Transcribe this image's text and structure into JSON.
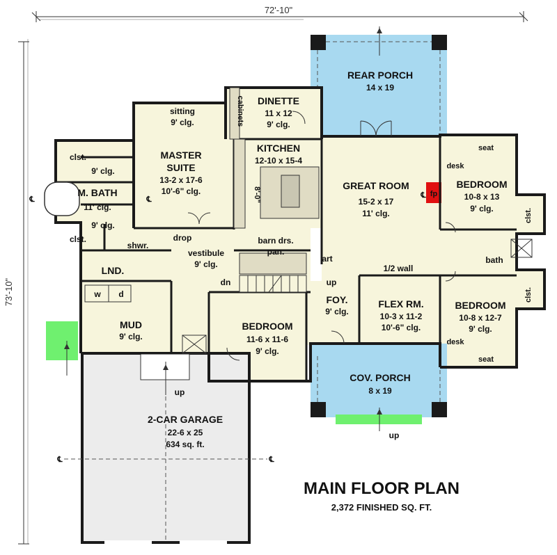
{
  "dimensions": {
    "width": "72'-10\"",
    "depth": "73'-10\""
  },
  "title": "MAIN FLOOR PLAN",
  "subtitle": "2,372 FINISHED SQ. FT.",
  "rooms": {
    "rear_porch": {
      "name": "REAR PORCH",
      "size": "14 x 19"
    },
    "dinette": {
      "name": "DINETTE",
      "size": "11 x 12",
      "ceiling": "9' clg."
    },
    "kitchen": {
      "name": "KITCHEN",
      "size": "12-10 x 15-4",
      "island": "8'-0\"",
      "cabinets": "cabinets"
    },
    "great_room": {
      "name": "GREAT ROOM",
      "size": "15-2 x 17",
      "ceiling": "11' clg.",
      "fp": "fp"
    },
    "bedroom_ne": {
      "name": "BEDROOM",
      "size": "10-8 x 13",
      "ceiling": "9' clg.",
      "seat": "seat",
      "desk": "desk",
      "clst": "clst."
    },
    "bedroom_se": {
      "name": "BEDROOM",
      "size": "10-8 x 12-7",
      "ceiling": "9' clg.",
      "seat": "seat",
      "desk": "desk",
      "clst": "clst."
    },
    "bath": {
      "name": "bath"
    },
    "half_wall": {
      "name": "1/2 wall"
    },
    "sitting": {
      "name": "sitting",
      "ceiling": "9' clg."
    },
    "master_suite": {
      "name_line1": "MASTER",
      "name_line2": "SUITE",
      "size": "13-2 x 17-6",
      "ceiling": "10'-6\" clg."
    },
    "m_bath": {
      "name": "M. BATH",
      "ceiling": "11' clg.",
      "ceiling_a": "9' clg.",
      "ceiling_b": "9' clg.",
      "clst_a": "clst.",
      "clst_b": "clst.",
      "shower": "shwr."
    },
    "vestibule": {
      "name": "vestibule",
      "ceiling": "9' clg.",
      "drop": "drop"
    },
    "barn": {
      "line1": "barn drs.",
      "line2": "pan."
    },
    "art": {
      "name": "art"
    },
    "stairs": {
      "dn": "dn",
      "up": "up"
    },
    "lnd": {
      "name": "LND.",
      "w": "w",
      "d": "d"
    },
    "mud": {
      "name": "MUD",
      "ceiling": "9' clg."
    },
    "bedroom_mid": {
      "name": "BEDROOM",
      "size": "11-6 x 11-6",
      "ceiling": "9' clg."
    },
    "foyer": {
      "name": "FOY.",
      "ceiling": "9' clg."
    },
    "flex": {
      "name": "FLEX RM.",
      "size": "10-3 x 11-2",
      "ceiling": "10'-6\" clg."
    },
    "cov_porch": {
      "name": "COV. PORCH",
      "size": "8 x 19",
      "up": "up"
    },
    "garage": {
      "name": "2-CAR GARAGE",
      "size": "22-6 x 25",
      "area": "634 sq. ft.",
      "up": "up"
    }
  },
  "centerline_symbol": "℄",
  "colors": {
    "floor": "#f7f5dc",
    "porch": "#a8d9f0",
    "garage": "#ececec",
    "green": "#6ff06f",
    "fireplace": "#e01010",
    "wall": "#1a1a1a"
  }
}
